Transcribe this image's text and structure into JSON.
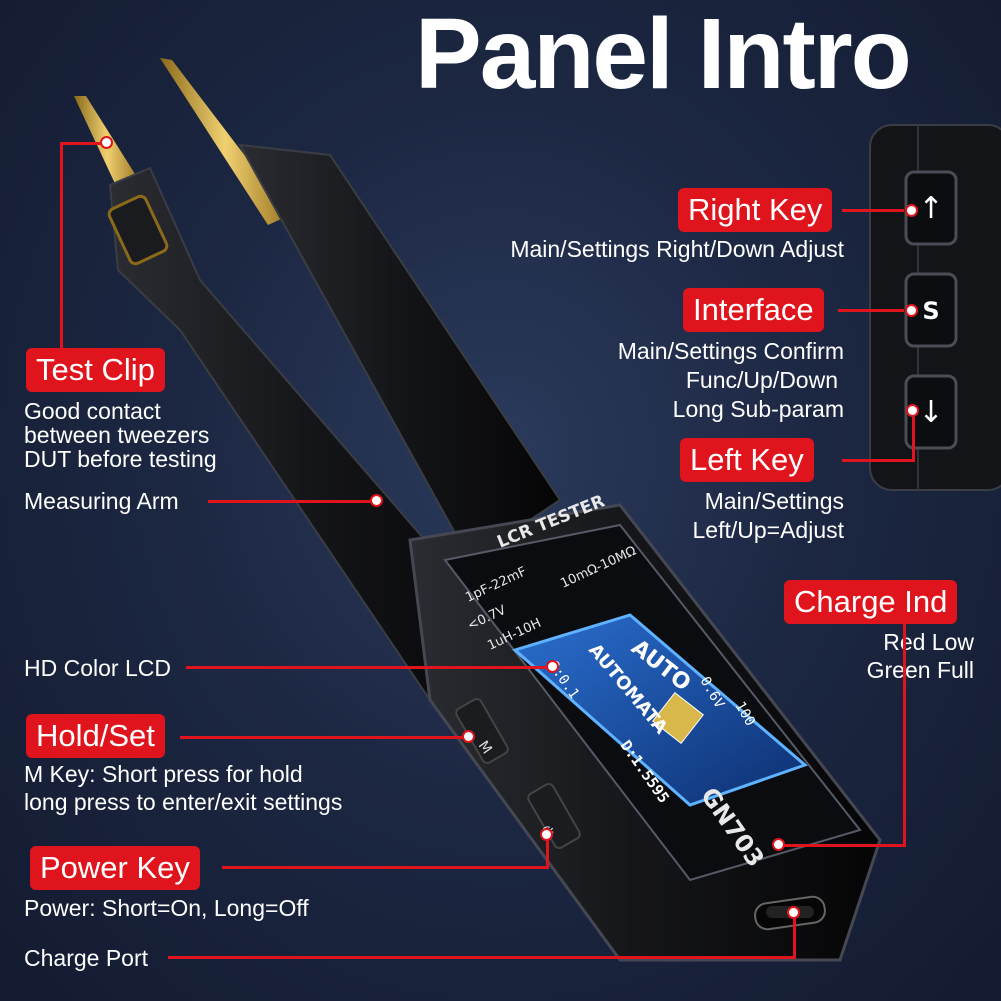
{
  "title": "Panel Intro",
  "callouts": {
    "right_key": {
      "label": "Right Key",
      "desc": "Main/Settings Right/Down Adjust"
    },
    "interface": {
      "label": "Interface",
      "desc": [
        "Main/Settings Confirm",
        "Func/Up/Down",
        "Long Sub-param"
      ]
    },
    "left_key": {
      "label": "Left Key",
      "desc": [
        "Main/Settings",
        "Left/Up=Adjust"
      ]
    },
    "test_clip": {
      "label": "Test Clip",
      "desc": [
        "Good contact",
        "between tweezers",
        "DUT before testing"
      ]
    },
    "measuring_arm": {
      "desc": "Measuring Arm"
    },
    "charge_ind": {
      "label": "Charge Ind",
      "desc": [
        "Red Low",
        "Green Full"
      ]
    },
    "hd_lcd": {
      "desc": "HD Color LCD"
    },
    "hold_set": {
      "label": "Hold/Set",
      "desc": [
        "M Key: Short press for hold",
        "long press to enter/exit settings"
      ]
    },
    "power_key": {
      "label": "Power Key",
      "desc": "Power: Short=On, Long=Off"
    },
    "charge_port": {
      "desc": "Charge Port"
    }
  },
  "device": {
    "brand_text": "LCR TESTER",
    "model": "GN703",
    "spec_1": "1pF-22mF",
    "spec_2": "10mΩ-10MΩ",
    "spec_3": "<0.7V",
    "spec_4": "1uH-10H",
    "screen_mode": "AUTO",
    "screen_title": "AUTOMATA",
    "screen_voltage": "0.6V",
    "screen_freq": "100",
    "screen_d": "D:1.5595",
    "screen_q": "Q:0.1"
  },
  "colors": {
    "accent": "#e0141c",
    "background": "#1c2742"
  },
  "icons": [
    "up-arrow-icon",
    "s-icon",
    "down-arrow-icon",
    "power-icon",
    "m-icon",
    "usb-c-port-icon"
  ]
}
